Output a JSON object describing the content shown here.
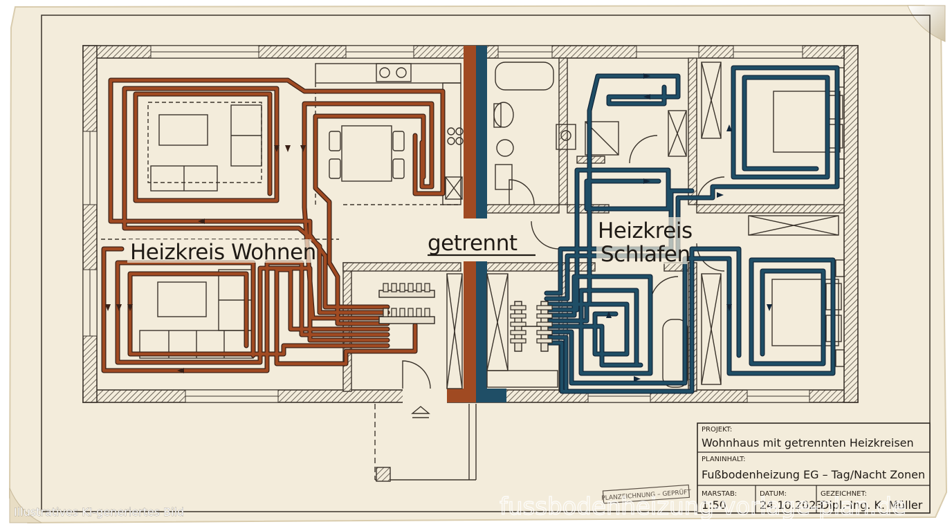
{
  "plan": {
    "label_left": "Heizkreis Wohnen",
    "label_center": "getrennt",
    "label_right_line1": "Heizkreis",
    "label_right_line2": "Schlafen",
    "colors": {
      "paper": "#f3ecdb",
      "paper_edge": "#e2d6bb",
      "wall": "#3b342c",
      "circuit_wohnen": "#a04a22",
      "circuit_schlafen": "#1f4e66",
      "line": "#3a332b"
    }
  },
  "stamp": {
    "text": "PLANZEICHNUNG – GEPRÜFT"
  },
  "title_block": {
    "projekt_label": "PROJEKT:",
    "projekt_value": "Wohnhaus mit getrennten Heizkreisen",
    "planinhalt_label": "PLANINHALT:",
    "planinhalt_value": "Fußbodenheizung EG – Tag/Nacht Zonen",
    "massstab_label": "MARSTAB:",
    "massstab_value": "1:50",
    "datum_label": "DATUM:",
    "datum_value": "24.10.2023",
    "gezeichnet_label": "GEZEICHNET:",
    "gezeichnet_value": "Dipl.-Ing. K. Müller"
  },
  "overlays": {
    "watermark": "fussbodenheizung-vorlage-plan.de",
    "credit": "Illustratives KI-generiertes Bild"
  }
}
